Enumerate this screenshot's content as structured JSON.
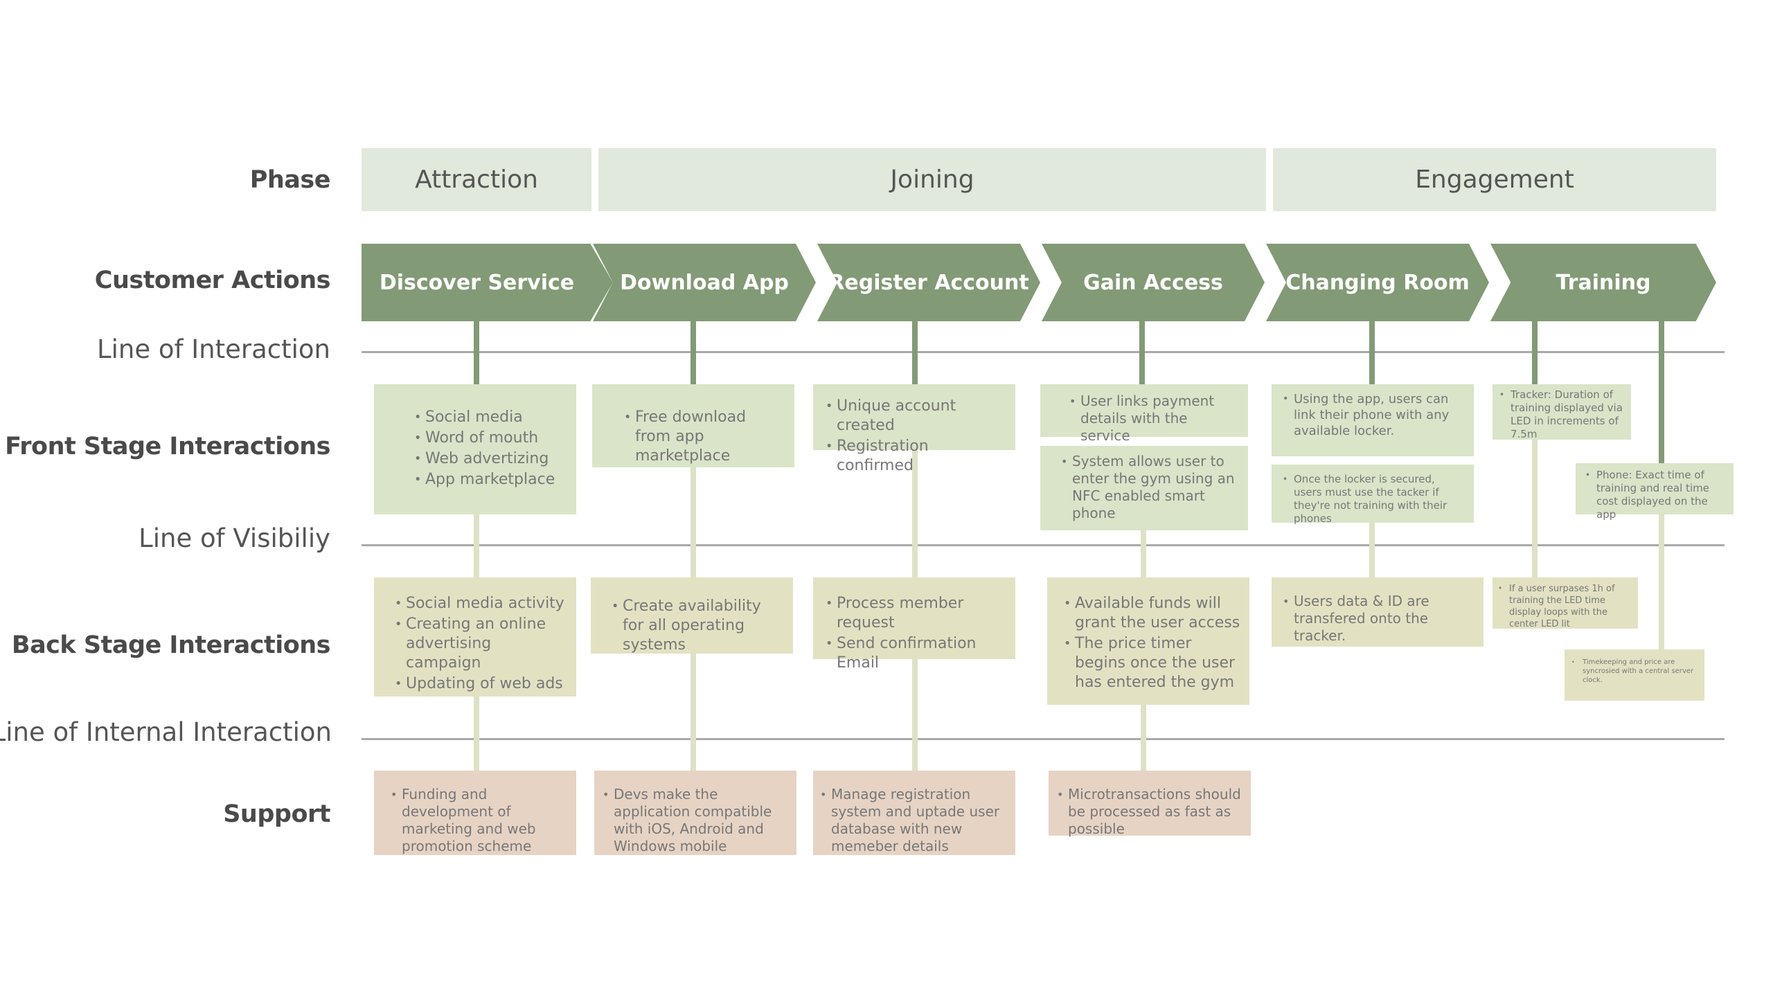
{
  "row_labels": {
    "phase": "Phase",
    "customer_actions": "Customer Actions",
    "line_of_interaction": "Line of Interaction",
    "front_stage": "Front Stage Interactions",
    "line_of_visibility": "Line of Visibiliy",
    "back_stage": "Back Stage Interactions",
    "line_of_internal_interaction": "Line of Internal Interaction",
    "support": "Support"
  },
  "phases": [
    "Attraction",
    "Joining",
    "Engagement"
  ],
  "actions": [
    "Discover Service",
    "Download App",
    "Register Account",
    "Gain Access",
    "Changing Room",
    "Training"
  ],
  "front_stage": {
    "discover": [
      "Social media",
      "Word of mouth",
      "Web advertizing",
      "App marketplace"
    ],
    "download": [
      "Free download from app marketplace"
    ],
    "register": [
      "Unique account created",
      "Registration confirmed"
    ],
    "access_1": [
      "User links payment details with the service"
    ],
    "access_2": [
      "System allows user to enter the gym using an NFC enabled smart phone"
    ],
    "changing_1": [
      "Using the app, users can link their phone with any available locker."
    ],
    "changing_2": [
      "Once the locker is secured, users must use the tacker if they're not training with their phones"
    ],
    "training_1": [
      "Tracker: Duration of training displayed via LED in increments of 7.5m"
    ],
    "training_2": [
      "Phone: Exact time of training and real time cost displayed on the app"
    ]
  },
  "back_stage": {
    "discover": [
      "Social media activity",
      "Creating an online advertising campaign",
      "Updating of web ads"
    ],
    "download": [
      "Create availability for all operating systems"
    ],
    "register": [
      "Process member request",
      "Send confirmation Email"
    ],
    "access": [
      "Available funds will grant the user access",
      "The price timer begins once the user has entered the gym"
    ],
    "changing": [
      "Users data & ID are transfered onto the tracker."
    ],
    "training_1": [
      "If a user surpases 1h of training the LED time display loops with the center LED lit"
    ],
    "training_2": [
      "Timekeeping and price are syncrosied with a central server clock."
    ]
  },
  "support": {
    "discover": [
      "Funding and development of marketing and web promotion scheme"
    ],
    "download": [
      "Devs make the application compatible with iOS, Android and Windows mobile"
    ],
    "register": [
      "Manage registration system and uptade user database with new memeber details"
    ],
    "access": [
      "Microtransactions should be processed as fast as possible"
    ]
  },
  "colors": {
    "phase_bg": "#e0e9db",
    "action_arrow": "#829a76",
    "front_stage_box": "#d9e4c8",
    "back_stage_box": "#e2e2c3",
    "support_box": "#e6d3c4",
    "divider_line": "#a9a9a9"
  }
}
